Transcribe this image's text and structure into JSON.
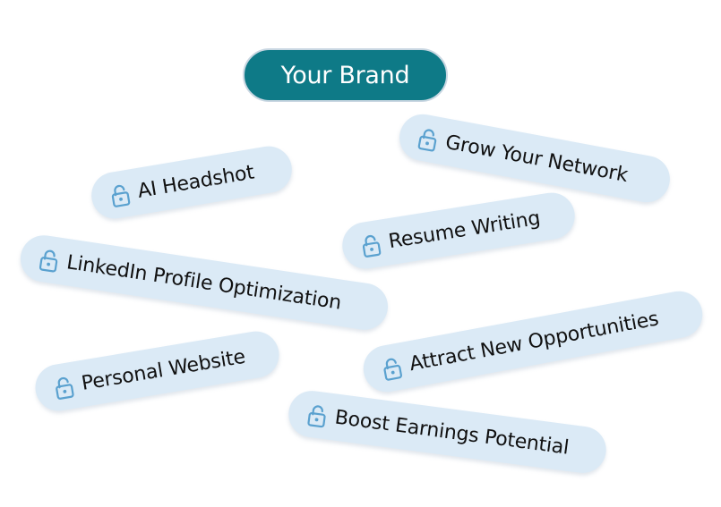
{
  "brand": {
    "label": "Your Brand",
    "background_color": "#0e7a87",
    "text_color": "#ffffff"
  },
  "pill_style": {
    "background_color": "#dbeaf6",
    "lock_icon_color": "#5aa1cf",
    "text_color": "#111111",
    "icon": "lock-icon"
  },
  "pills": [
    {
      "id": "headshot",
      "label": "AI Headshot"
    },
    {
      "id": "network",
      "label": "Grow Your Network"
    },
    {
      "id": "resume",
      "label": "Resume Writing"
    },
    {
      "id": "linkedin",
      "label": "LinkedIn Profile Optimization"
    },
    {
      "id": "opps",
      "label": "Attract New Opportunities"
    },
    {
      "id": "website",
      "label": "Personal Website"
    },
    {
      "id": "earnings",
      "label": "Boost Earnings Potential"
    }
  ]
}
